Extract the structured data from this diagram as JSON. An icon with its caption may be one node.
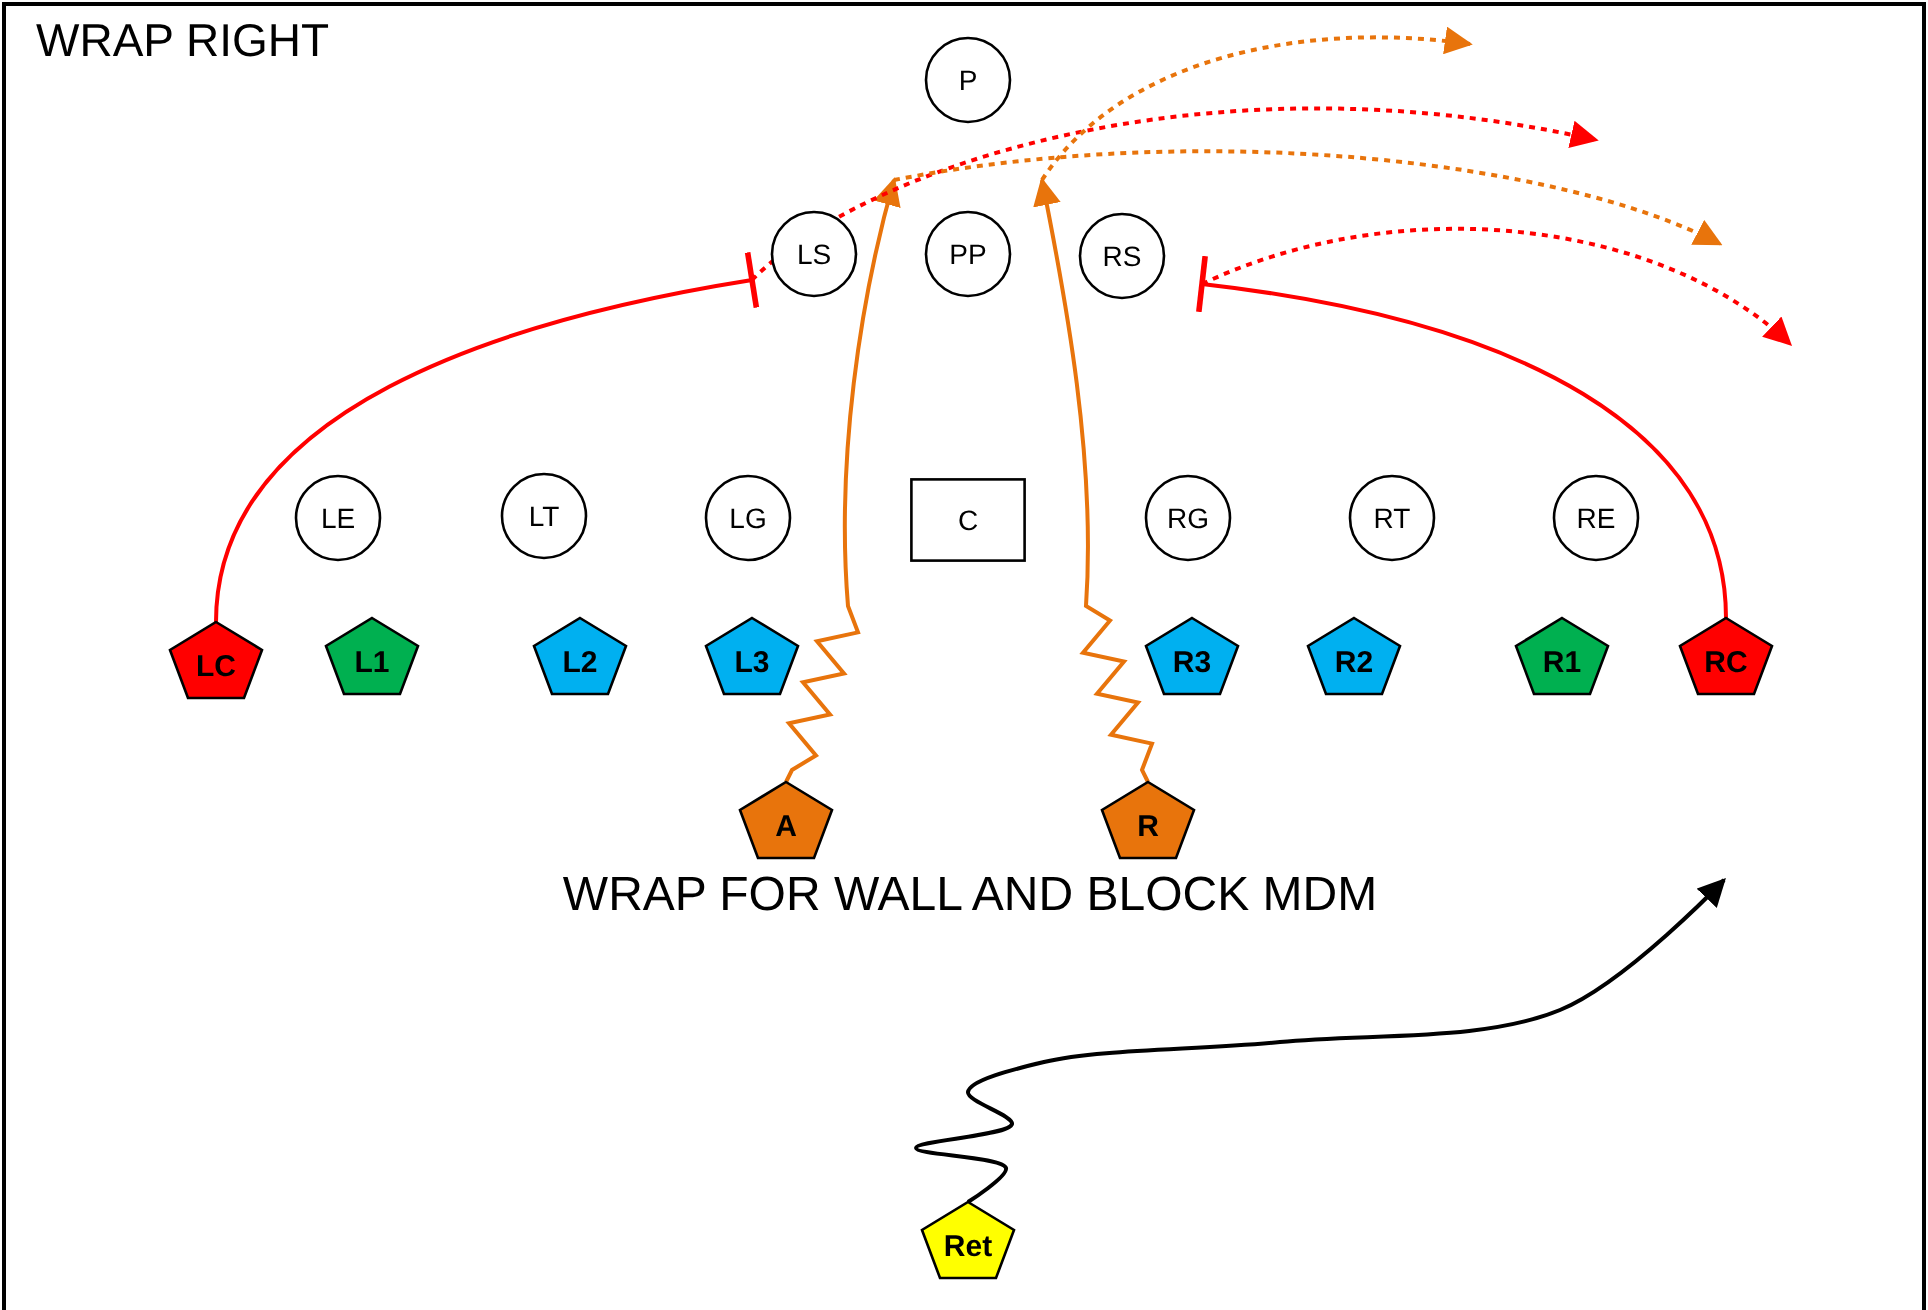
{
  "diagram": {
    "title": "WRAP RIGHT",
    "nodes": [
      {
        "text": [
          "P"
        ]
      },
      {
        "text": [
          "LS"
        ]
      },
      {
        "text": [
          "PP"
        ]
      },
      {
        "text": [
          "RS"
        ]
      },
      {
        "text": [
          "LE"
        ]
      },
      {
        "text": [
          "LT"
        ]
      },
      {
        "text": [
          "LG"
        ]
      },
      {
        "text": [
          "C"
        ]
      },
      {
        "text": [
          "RG"
        ]
      },
      {
        "text": [
          "RT"
        ]
      },
      {
        "text": [
          "RE"
        ]
      },
      {
        "text": [
          "LC"
        ]
      },
      {
        "text": [
          "L1"
        ]
      },
      {
        "text": [
          "L2"
        ]
      },
      {
        "text": [
          "L3"
        ]
      },
      {
        "text": [
          "R3"
        ]
      },
      {
        "text": [
          "R2"
        ]
      },
      {
        "text": [
          "R1"
        ]
      },
      {
        "text": [
          "RC"
        ]
      },
      {
        "text": [
          "A"
        ]
      },
      {
        "text": [
          "R"
        ]
      },
      {
        "text": [
          "Ret"
        ]
      }
    ],
    "edges": [
      {
        "from": 11,
        "to": 1,
        "arrow": "other",
        "color": "#ff0000"
      },
      {
        "from": 18,
        "to": 3,
        "arrow": "other",
        "color": "#ff0000"
      },
      {
        "from": 19,
        "to": null,
        "arrow": "to",
        "color": "#e8740c"
      },
      {
        "from": 20,
        "to": null,
        "arrow": "to",
        "color": "#e8740c"
      },
      {
        "from": 21,
        "to": null,
        "arrow": "to",
        "color": "#000000"
      }
    ],
    "labels": [
      "WRAP FOR WALL AND BLOCK MDM"
    ]
  }
}
